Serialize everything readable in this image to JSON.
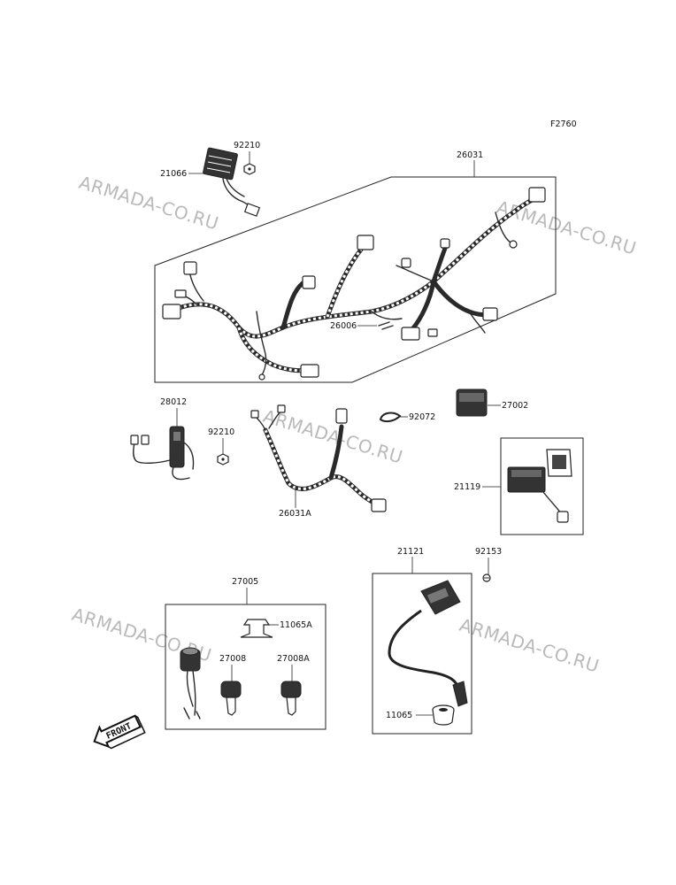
{
  "figure_code": "F2760",
  "watermark": "ARMADA-CO.RU",
  "front_label": "FRONT",
  "parts": {
    "p21066": "21066",
    "p92210a": "92210",
    "p26031": "26031",
    "p26006": "26006",
    "p28012": "28012",
    "p92210b": "92210",
    "p26031A": "26031A",
    "p92072": "92072",
    "p27002": "27002",
    "p21119": "21119",
    "p21121": "21121",
    "p92153": "92153",
    "p11065": "11065",
    "p27005": "27005",
    "p11065A": "11065A",
    "p27008": "27008",
    "p27008A": "27008A"
  }
}
